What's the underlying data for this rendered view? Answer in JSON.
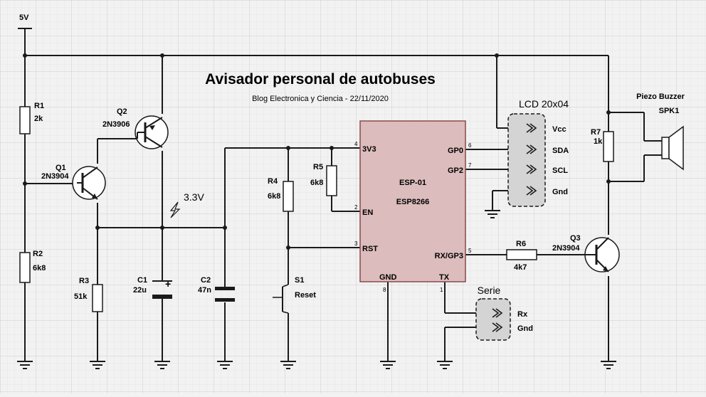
{
  "title": "Avisador personal de autobuses",
  "subtitle": "Blog Electronica y Ciencia  -  22/11/2020",
  "supply": "5V",
  "rail_label": "3.3V",
  "components": {
    "r1": {
      "ref": "R1",
      "value": "2k"
    },
    "r2": {
      "ref": "R2",
      "value": "6k8"
    },
    "r3": {
      "ref": "R3",
      "value": "51k"
    },
    "r4": {
      "ref": "R4",
      "value": "6k8"
    },
    "r5": {
      "ref": "R5",
      "value": "6k8"
    },
    "r6": {
      "ref": "R6",
      "value": "4k7"
    },
    "r7": {
      "ref": "R7",
      "value": "1k"
    },
    "q1": {
      "ref": "Q1",
      "value": "2N3904"
    },
    "q2": {
      "ref": "Q2",
      "value": "2N3906"
    },
    "q3": {
      "ref": "Q3",
      "value": "2N3904"
    },
    "c1": {
      "ref": "C1",
      "value": "22u"
    },
    "c2": {
      "ref": "C2",
      "value": "47n"
    },
    "s1": {
      "ref": "S1",
      "value": "Reset"
    },
    "spk1": {
      "ref": "SPK1",
      "value": "Piezo Buzzer"
    }
  },
  "esp": {
    "name": "ESP-01",
    "chip": "ESP8266",
    "pins": {
      "v33": {
        "num": "4",
        "label": "3V3"
      },
      "en": {
        "num": "2",
        "label": "EN"
      },
      "rst": {
        "num": "3",
        "label": "RST"
      },
      "gnd": {
        "num": "8",
        "label": "GND"
      },
      "gp0": {
        "num": "6",
        "label": "GP0"
      },
      "gp2": {
        "num": "7",
        "label": "GP2"
      },
      "rxgp3": {
        "num": "5",
        "label": "RX/GP3"
      },
      "tx": {
        "num": "1",
        "label": "TX"
      }
    }
  },
  "lcd": {
    "title": "LCD 20x04",
    "pins": [
      "Vcc",
      "SDA",
      "SCL",
      "Gnd"
    ]
  },
  "serial": {
    "title": "Serie",
    "pins": [
      "Rx",
      "Gnd"
    ]
  },
  "colors": {
    "background": "#f2f2f2",
    "grid": "#dddddd",
    "wire": "#1a1a1a",
    "esp_fill": "#dcbcbc",
    "esp_border": "#8b4a4a",
    "connector_fill": "#d4d4d4"
  }
}
